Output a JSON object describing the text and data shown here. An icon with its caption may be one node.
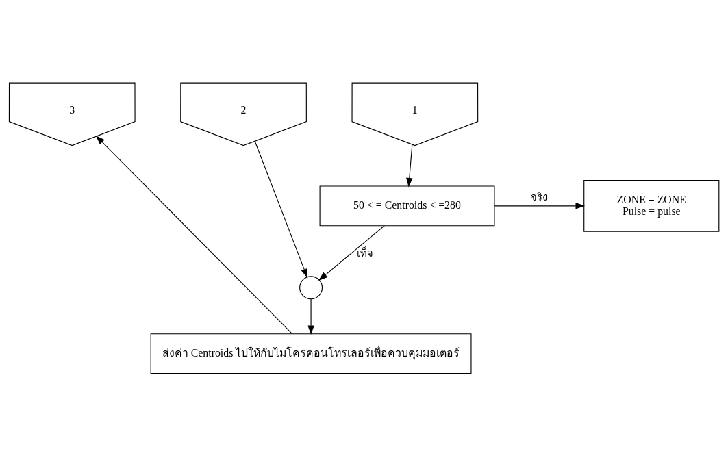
{
  "diagram": {
    "nodes": [
      {
        "text": [
          "3"
        ]
      },
      {
        "text": [
          "1"
        ]
      },
      {
        "text": [
          "2"
        ]
      },
      {
        "text": [
          "50 < = Centroids < =280"
        ]
      },
      {
        "text": [
          "ZONE = ZONE",
          "Pulse = pulse"
        ]
      },
      {
        "text": [],
        "shape": "circle"
      },
      {
        "text": [
          "ส่งค่า Centroids ไปให้กับไมโครคอนโทรเลอร์เพื่อควบคุมมอเตอร์"
        ]
      }
    ],
    "edges": [
      {
        "from": 1,
        "to": 3,
        "arrow": "to"
      },
      {
        "from": 3,
        "to": 4,
        "arrow": "to",
        "label": "จริง"
      },
      {
        "from": 3,
        "to": 5,
        "arrow": "to",
        "label": "เท็จ"
      },
      {
        "from": 2,
        "to": 5,
        "arrow": "to"
      },
      {
        "from": 5,
        "to": 6,
        "arrow": "to"
      },
      {
        "from": 6,
        "to": 0,
        "arrow": "to"
      }
    ]
  }
}
